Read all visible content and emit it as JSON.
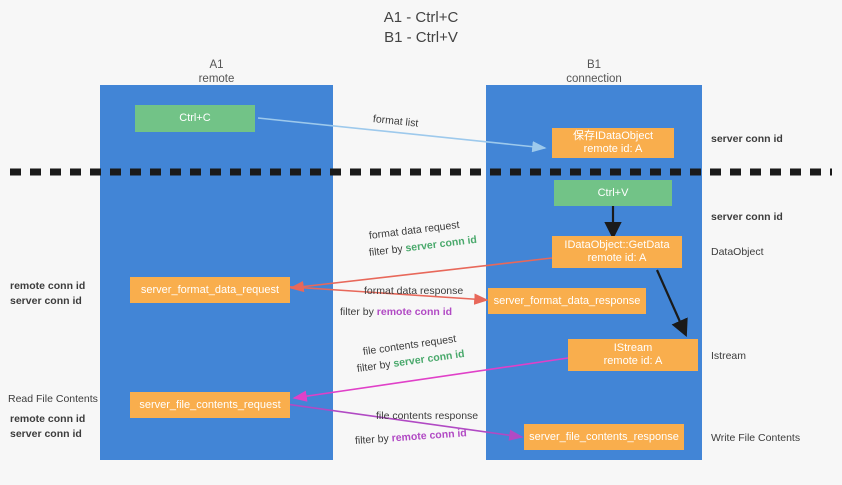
{
  "title": {
    "line1": "A1 - Ctrl+C",
    "line2": "B1 - Ctrl+V"
  },
  "lanes": [
    {
      "name": "A1",
      "sub": "remote"
    },
    {
      "name": "B1",
      "sub": "connection"
    }
  ],
  "nodes": {
    "ctrl_c": "Ctrl+C",
    "ctrl_v": "Ctrl+V",
    "save_dataobject_l1": "保存IDataObject",
    "save_dataobject_l2": "remote id: A",
    "getdata_l1": "IDataObject::GetData",
    "getdata_l2": "remote id: A",
    "istream_l1": "IStream",
    "istream_l2": "remote id: A",
    "server_format_data_request": "server_format_data_request",
    "server_format_data_response": "server_format_data_response",
    "server_file_contents_request": "server_file_contents_request",
    "server_file_contents_response": "server_file_contents_response"
  },
  "edge_labels": {
    "format_list": "format list",
    "format_data_request": "format data request",
    "format_data_request_filter_prefix": "filter by ",
    "format_data_request_filter_key": "server conn id",
    "format_data_response": "format data response",
    "format_data_response_filter_prefix": "filter by ",
    "format_data_response_filter_key": "remote conn id",
    "file_contents_request": "file contents request",
    "file_contents_request_filter_prefix": "filter by ",
    "file_contents_request_filter_key": "server conn id",
    "file_contents_response": "file contents response",
    "file_contents_response_filter_prefix": "filter by ",
    "file_contents_response_filter_key": "remote conn id"
  },
  "right_labels": {
    "server_conn_id_top": "server conn id",
    "server_conn_id_mid": "server conn id",
    "dataobject": "DataObject",
    "istream": "Istream",
    "write_file_contents": "Write File Contents"
  },
  "left_labels": {
    "remote_conn_id_1": "remote conn id",
    "server_conn_id_1": "server conn id",
    "read_file_contents": "Read File Contents",
    "remote_conn_id_2": "remote conn id",
    "server_conn_id_2": "server conn id"
  },
  "colors": {
    "lane": "#4285d6",
    "green_node": "#72c387",
    "orange_node": "#f9ae4d",
    "green_text": "#4aa96c",
    "purple_text": "#b14ac4",
    "arrow_blue": "#9dc9ec",
    "arrow_red": "#e8685a",
    "arrow_magenta": "#e040c8",
    "arrow_purple": "#b14ac4",
    "arrow_black": "#1a1a1a",
    "background": "#f7f7f7"
  }
}
